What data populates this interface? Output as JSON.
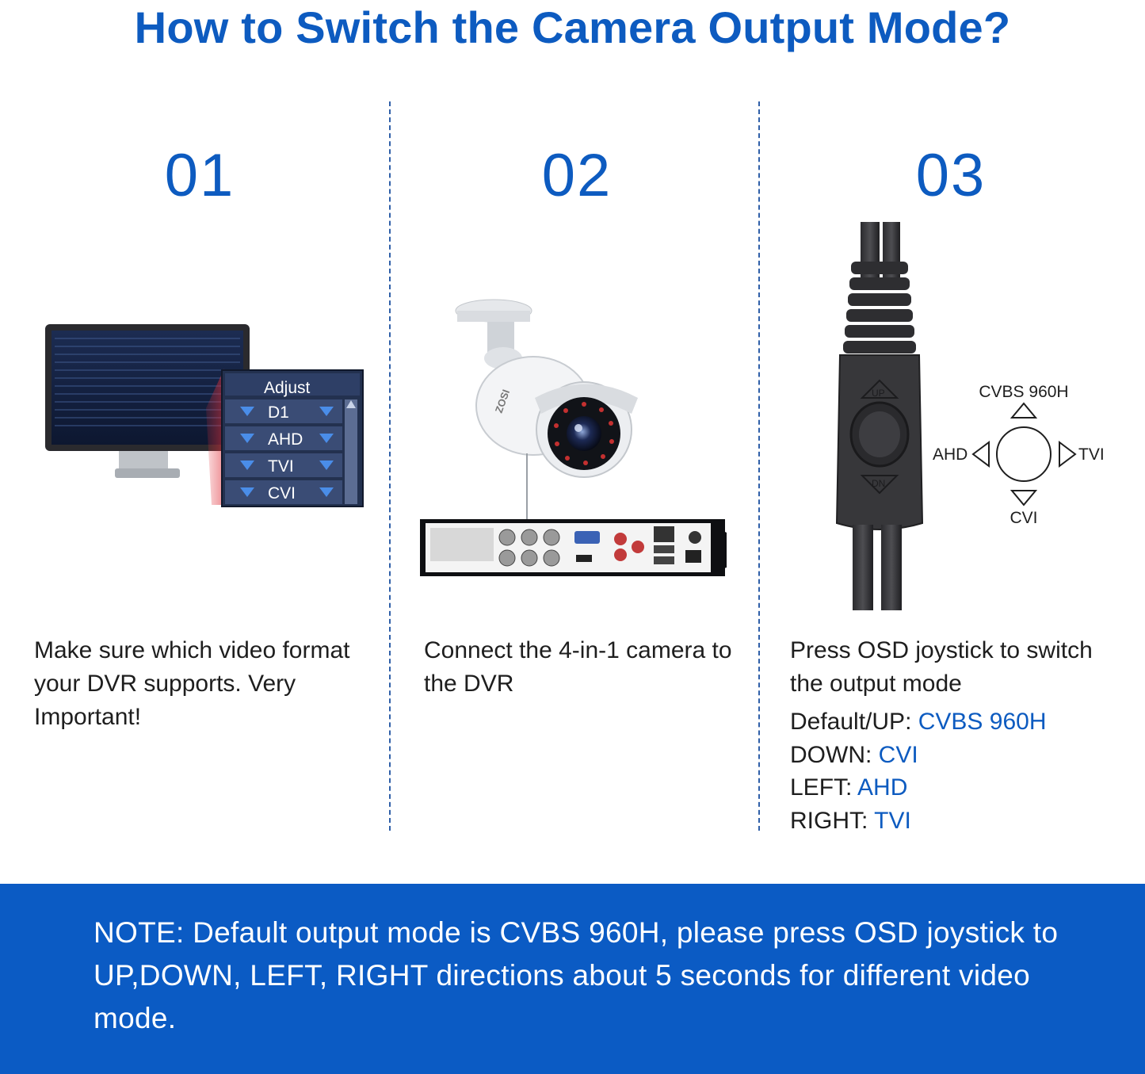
{
  "title": "How to Switch the Camera Output Mode?",
  "steps": [
    {
      "number": "01",
      "text": "Make sure which video format your DVR supports. Very Important!"
    },
    {
      "number": "02",
      "text": "Connect the 4-in-1 camera to the DVR"
    },
    {
      "number": "03",
      "text": "Press OSD joystick to switch the output mode"
    }
  ],
  "dvr_menu": {
    "header": "Adjust",
    "options": [
      "D1",
      "AHD",
      "TVI",
      "CVI"
    ]
  },
  "camera_brand": "ZOSI",
  "joystick": {
    "up_label": "UP",
    "down_label": "DN",
    "diagram": {
      "up": "CVBS 960H",
      "down": "CVI",
      "left": "AHD",
      "right": "TVI"
    }
  },
  "modes": [
    {
      "label": "Default/UP: ",
      "value": "CVBS 960H"
    },
    {
      "label": "DOWN: ",
      "value": "CVI"
    },
    {
      "label": "LEFT: ",
      "value": "AHD"
    },
    {
      "label": "RIGHT: ",
      "value": "TVI"
    }
  ],
  "note": "NOTE: Default output mode is CVBS 960H, please press OSD joystick to UP,DOWN, LEFT, RIGHT directions about 5 seconds for different video mode.",
  "colors": {
    "accent": "#0d5bc0",
    "note_bg": "#0b5bc4",
    "text": "#1e1e1e"
  }
}
